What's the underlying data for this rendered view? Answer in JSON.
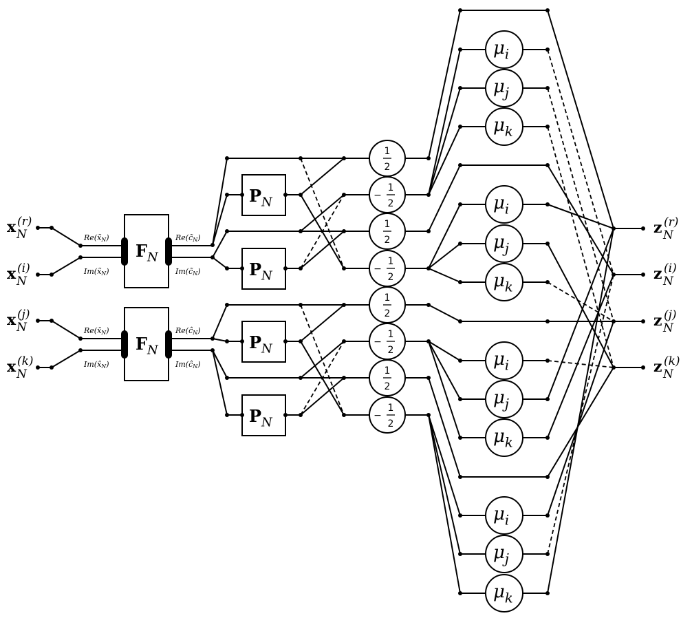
{
  "inputs": [
    {
      "base": "x",
      "sub": "N",
      "sup": "(r)"
    },
    {
      "base": "x",
      "sub": "N",
      "sup": "(i)"
    },
    {
      "base": "x",
      "sub": "N",
      "sup": "(j)"
    },
    {
      "base": "x",
      "sub": "N",
      "sup": "(k)"
    }
  ],
  "outputs": [
    {
      "base": "z",
      "sub": "N",
      "sup": "(r)"
    },
    {
      "base": "z",
      "sub": "N",
      "sup": "(i)"
    },
    {
      "base": "z",
      "sub": "N",
      "sup": "(j)"
    },
    {
      "base": "z",
      "sub": "N",
      "sup": "(k)"
    }
  ],
  "fourier_blocks": [
    {
      "base": "F",
      "sub": "N",
      "in_re": "Re(x̃",
      "in_im": "Im(x̃",
      "out_re": "Re(c̃",
      "out_im": "Im(c̃",
      "idx": "N",
      "close": ")"
    },
    {
      "base": "F",
      "sub": "N",
      "in_re": "Re(x̂",
      "in_im": "Im(x̂",
      "out_re": "Re(ĉ",
      "out_im": "Im(ĉ",
      "idx": "N",
      "close": ")"
    }
  ],
  "perm_blocks": [
    {
      "base": "P",
      "sub": "N"
    },
    {
      "base": "P",
      "sub": "N"
    },
    {
      "base": "P",
      "sub": "N"
    },
    {
      "base": "P",
      "sub": "N"
    }
  ],
  "scale_nodes": [
    {
      "sign": "",
      "num": "1",
      "den": "2"
    },
    {
      "sign": "−",
      "num": "1",
      "den": "2"
    },
    {
      "sign": "",
      "num": "1",
      "den": "2"
    },
    {
      "sign": "−",
      "num": "1",
      "den": "2"
    },
    {
      "sign": "",
      "num": "1",
      "den": "2"
    },
    {
      "sign": "−",
      "num": "1",
      "den": "2"
    },
    {
      "sign": "",
      "num": "1",
      "den": "2"
    },
    {
      "sign": "−",
      "num": "1",
      "den": "2"
    }
  ],
  "mu_nodes": [
    {
      "base": "μ",
      "sub": "i"
    },
    {
      "base": "μ",
      "sub": "j"
    },
    {
      "base": "μ",
      "sub": "k"
    },
    {
      "base": "μ",
      "sub": "i"
    },
    {
      "base": "μ",
      "sub": "j"
    },
    {
      "base": "μ",
      "sub": "k"
    },
    {
      "base": "μ",
      "sub": "i"
    },
    {
      "base": "μ",
      "sub": "j"
    },
    {
      "base": "μ",
      "sub": "k"
    },
    {
      "base": "μ",
      "sub": "i"
    },
    {
      "base": "μ",
      "sub": "j"
    },
    {
      "base": "μ",
      "sub": "k"
    }
  ]
}
